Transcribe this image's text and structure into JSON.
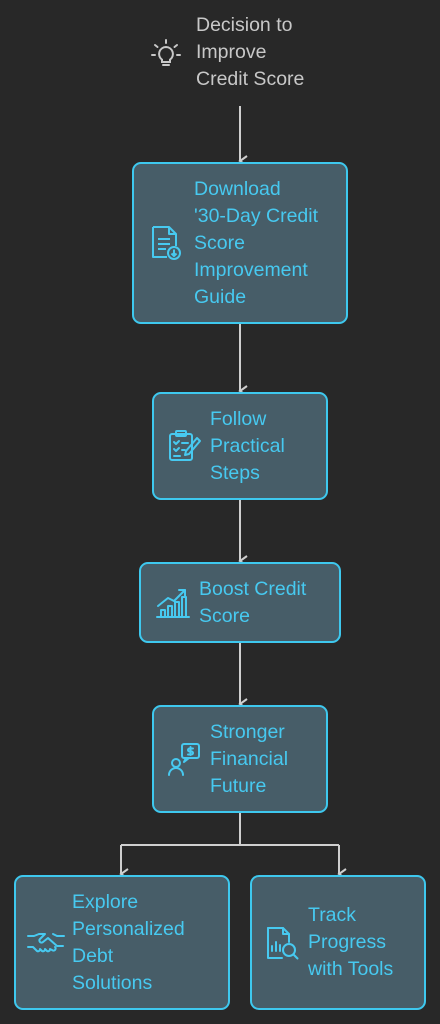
{
  "start": {
    "label": "Decision to\nImprove\nCredit Score",
    "icon": "lightbulb-icon"
  },
  "steps": [
    {
      "label": "Download\n'30-Day Credit\nScore\nImprovement\nGuide",
      "icon": "download-document-icon"
    },
    {
      "label": "Follow\nPractical\nSteps",
      "icon": "checklist-icon"
    },
    {
      "label": "Boost Credit\nScore",
      "icon": "growth-chart-icon"
    },
    {
      "label": "Stronger\nFinancial\nFuture",
      "icon": "financial-advice-icon"
    }
  ],
  "branches": [
    {
      "label": "Explore\nPersonalized\nDebt\nSolutions",
      "icon": "handshake-icon"
    },
    {
      "label": "Track\nProgress\nwith Tools",
      "icon": "report-search-icon"
    }
  ],
  "colors": {
    "background": "#282828",
    "node_fill": "#475d68",
    "node_border": "#3ec8ee",
    "node_text": "#47c9f0",
    "start_text": "#c8c8c8",
    "connector": "#cfcfcf"
  }
}
